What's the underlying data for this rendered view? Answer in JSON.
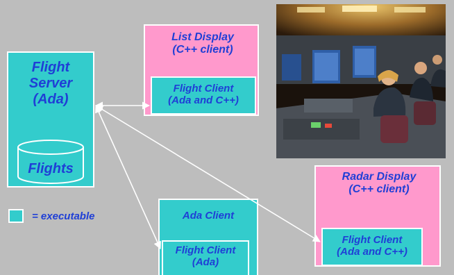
{
  "colors": {
    "background": "#bdbdbd",
    "executable": "#33cccc",
    "client_display": "#ff99cc",
    "text": "#1f3fd6",
    "border": "#ffffff"
  },
  "server": {
    "title": "Flight\nServer\n(Ada)",
    "db_label": "Flights",
    "db_icon": "database-cylinder-icon"
  },
  "list_display": {
    "title": "List Display\n(C++ client)",
    "client": "Flight Client\n(Ada and C++)"
  },
  "radar_display": {
    "title": "Radar Display\n(C++ client)",
    "client": "Flight Client\n(Ada and C++)"
  },
  "ada_client": {
    "title": "Ada Client",
    "client": "Flight Client\n(Ada)"
  },
  "legend": {
    "label": "= executable"
  },
  "photo": {
    "subject": "air traffic control room with operators at radar consoles"
  }
}
